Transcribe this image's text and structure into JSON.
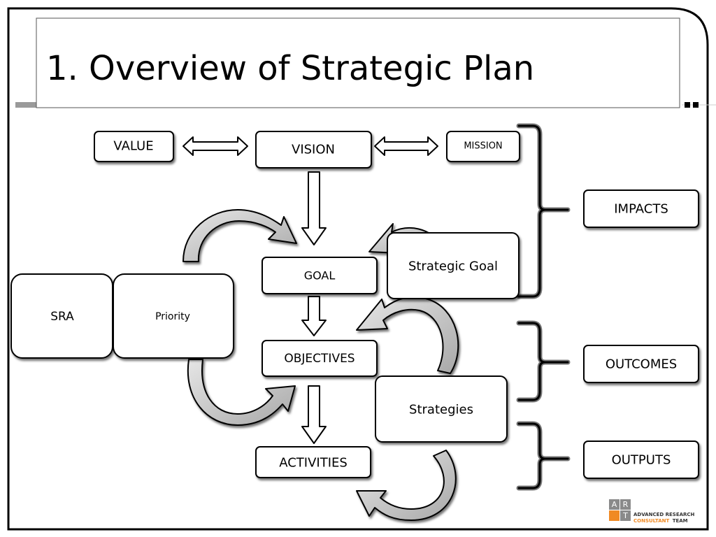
{
  "slide": {
    "title": "1. Overview of Strategic Plan"
  },
  "nodes": {
    "value": "VALUE",
    "vision": "VISION",
    "mission": "MISSION",
    "goal": "GOAL",
    "objectives": "OBJECTIVES",
    "activities": "ACTIVITIES",
    "sra": "SRA",
    "priority": "Priority",
    "strategic_goal": "Strategic Goal",
    "strategies": "Strategies",
    "impacts": "IMPACTS",
    "outcomes": "OUTCOMES",
    "outputs": "OUTPUTS"
  },
  "logo": {
    "letters": [
      "A",
      "R",
      "T"
    ],
    "line1": "ADVANCED RESEARCH",
    "line2_a": "CONSULTANT",
    "line2_b": "TEAM"
  },
  "colors": {
    "frame": "#000000",
    "accent_bar": "#9a9a9a",
    "arrow_fill": "#c8c8c8",
    "logo_orange": "#f08a24",
    "logo_gray": "#8a8a8a"
  }
}
